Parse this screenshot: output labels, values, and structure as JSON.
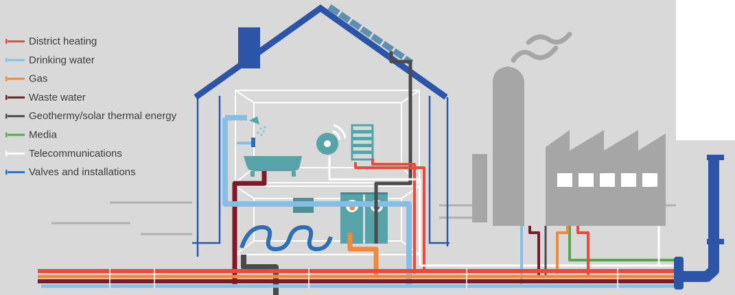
{
  "legend": [
    {
      "label": "District heating",
      "color": "#e84b3c",
      "icon": "red-pipe-swatch"
    },
    {
      "label": "Drinking water",
      "color": "#86bfe3",
      "icon": "light-blue-pipe-swatch"
    },
    {
      "label": "Gas",
      "color": "#ef8a3c",
      "icon": "orange-pipe-swatch"
    },
    {
      "label": "Waste water",
      "color": "#7d1a2a",
      "icon": "dark-red-pipe-swatch"
    },
    {
      "label": "Geothermy/solar thermal energy",
      "color": "#4a4a4a",
      "icon": "dark-gray-pipe-swatch"
    },
    {
      "label": "Media",
      "color": "#57a84b",
      "icon": "green-pipe-swatch"
    },
    {
      "label": "Telecommunications",
      "color": "#ffffff",
      "icon": "white-pipe-swatch"
    },
    {
      "label": "Valves and installations",
      "color": "#2d6fb5",
      "icon": "blue-pipe-swatch"
    }
  ],
  "colors": {
    "background": "#d9d9d9",
    "house_outline": "#2c55a8",
    "room_frame": "#ffffff",
    "boiler": "#58a3a7",
    "factory": "#a6a6a6"
  }
}
